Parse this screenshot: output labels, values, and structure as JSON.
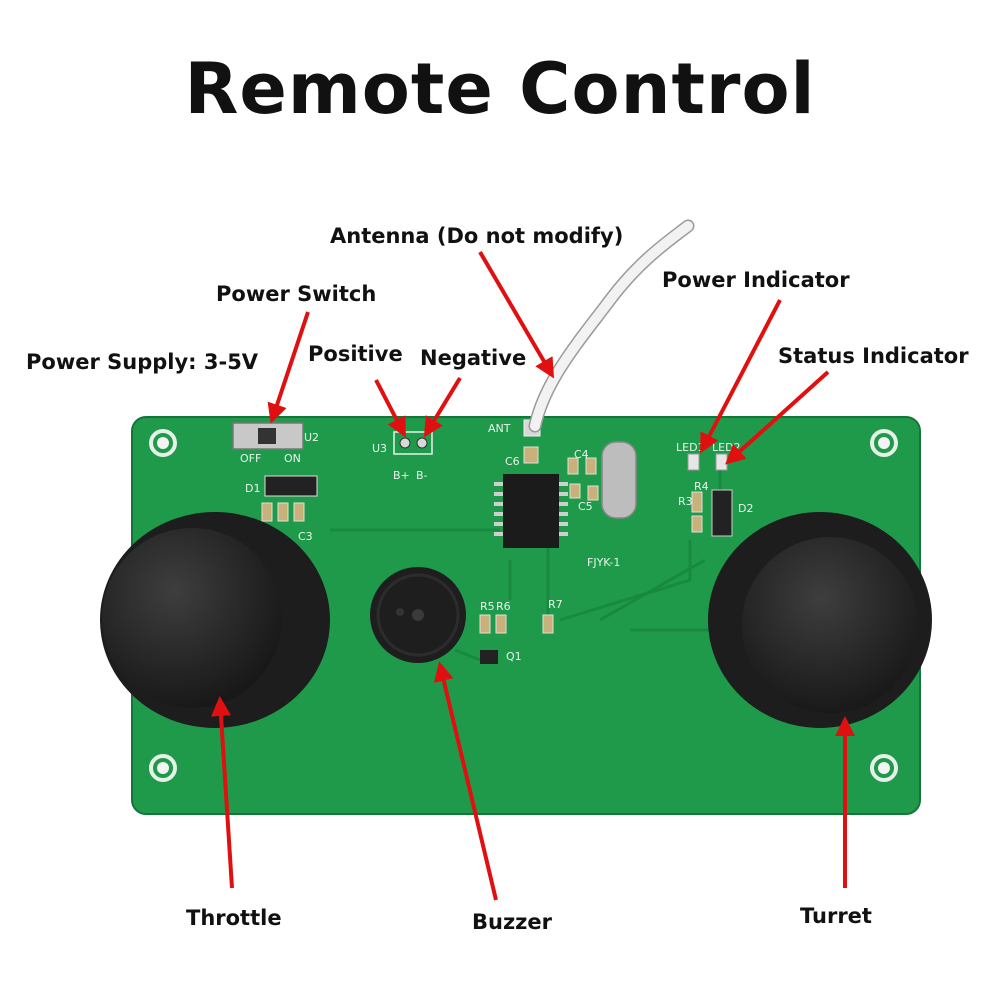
{
  "title": "Remote Control",
  "labels": {
    "antenna": "Antenna (Do not modify)",
    "power_indicator": "Power Indicator",
    "power_switch": "Power Switch",
    "positive": "Positive",
    "negative": "Negative",
    "status_indicator": "Status Indicator",
    "power_supply": "Power Supply: 3-5V",
    "throttle": "Throttle",
    "buzzer": "Buzzer",
    "turret": "Turret"
  },
  "silkscreen": {
    "ant": "ANT",
    "u2": "U2",
    "off": "OFF",
    "on": "ON",
    "u3": "U3",
    "b_plus": "B+",
    "b_minus": "B-",
    "c6": "C6",
    "c4": "C4",
    "c5": "C5",
    "d1": "D1",
    "c3": "C3",
    "led1": "LED1",
    "led2": "LED2",
    "r3": "R3",
    "r4": "R4",
    "d2": "D2",
    "fjyk": "FJYK-1",
    "r5": "R5",
    "r6": "R6",
    "r7": "R7",
    "q1": "Q1"
  },
  "colors": {
    "pcb": "#1f9a4b",
    "arrow": "#e01010",
    "joystick": "#262626"
  }
}
